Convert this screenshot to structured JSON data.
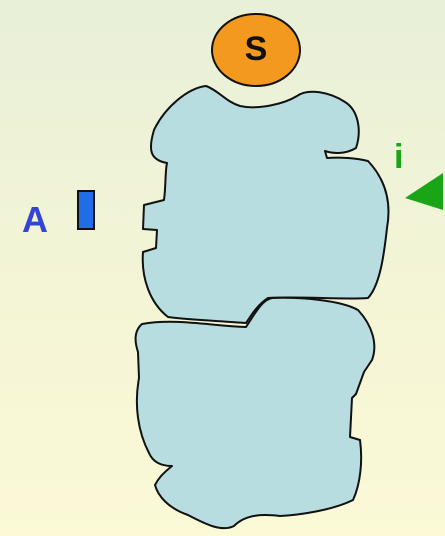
{
  "labels": {
    "substrate": "S",
    "activator": "A",
    "inhibitor": "i"
  },
  "colors": {
    "subunit_fill": "#b8dde0",
    "outline": "#111111",
    "substrate_fill": "#f39a1e",
    "activator_color": "#1f6ee8",
    "activator_text": "#3344d6",
    "inhibitor_color": "#1aa516"
  },
  "icons": {
    "activator_marker": "blue-rectangle",
    "inhibitor_marker": "green-triangle"
  }
}
